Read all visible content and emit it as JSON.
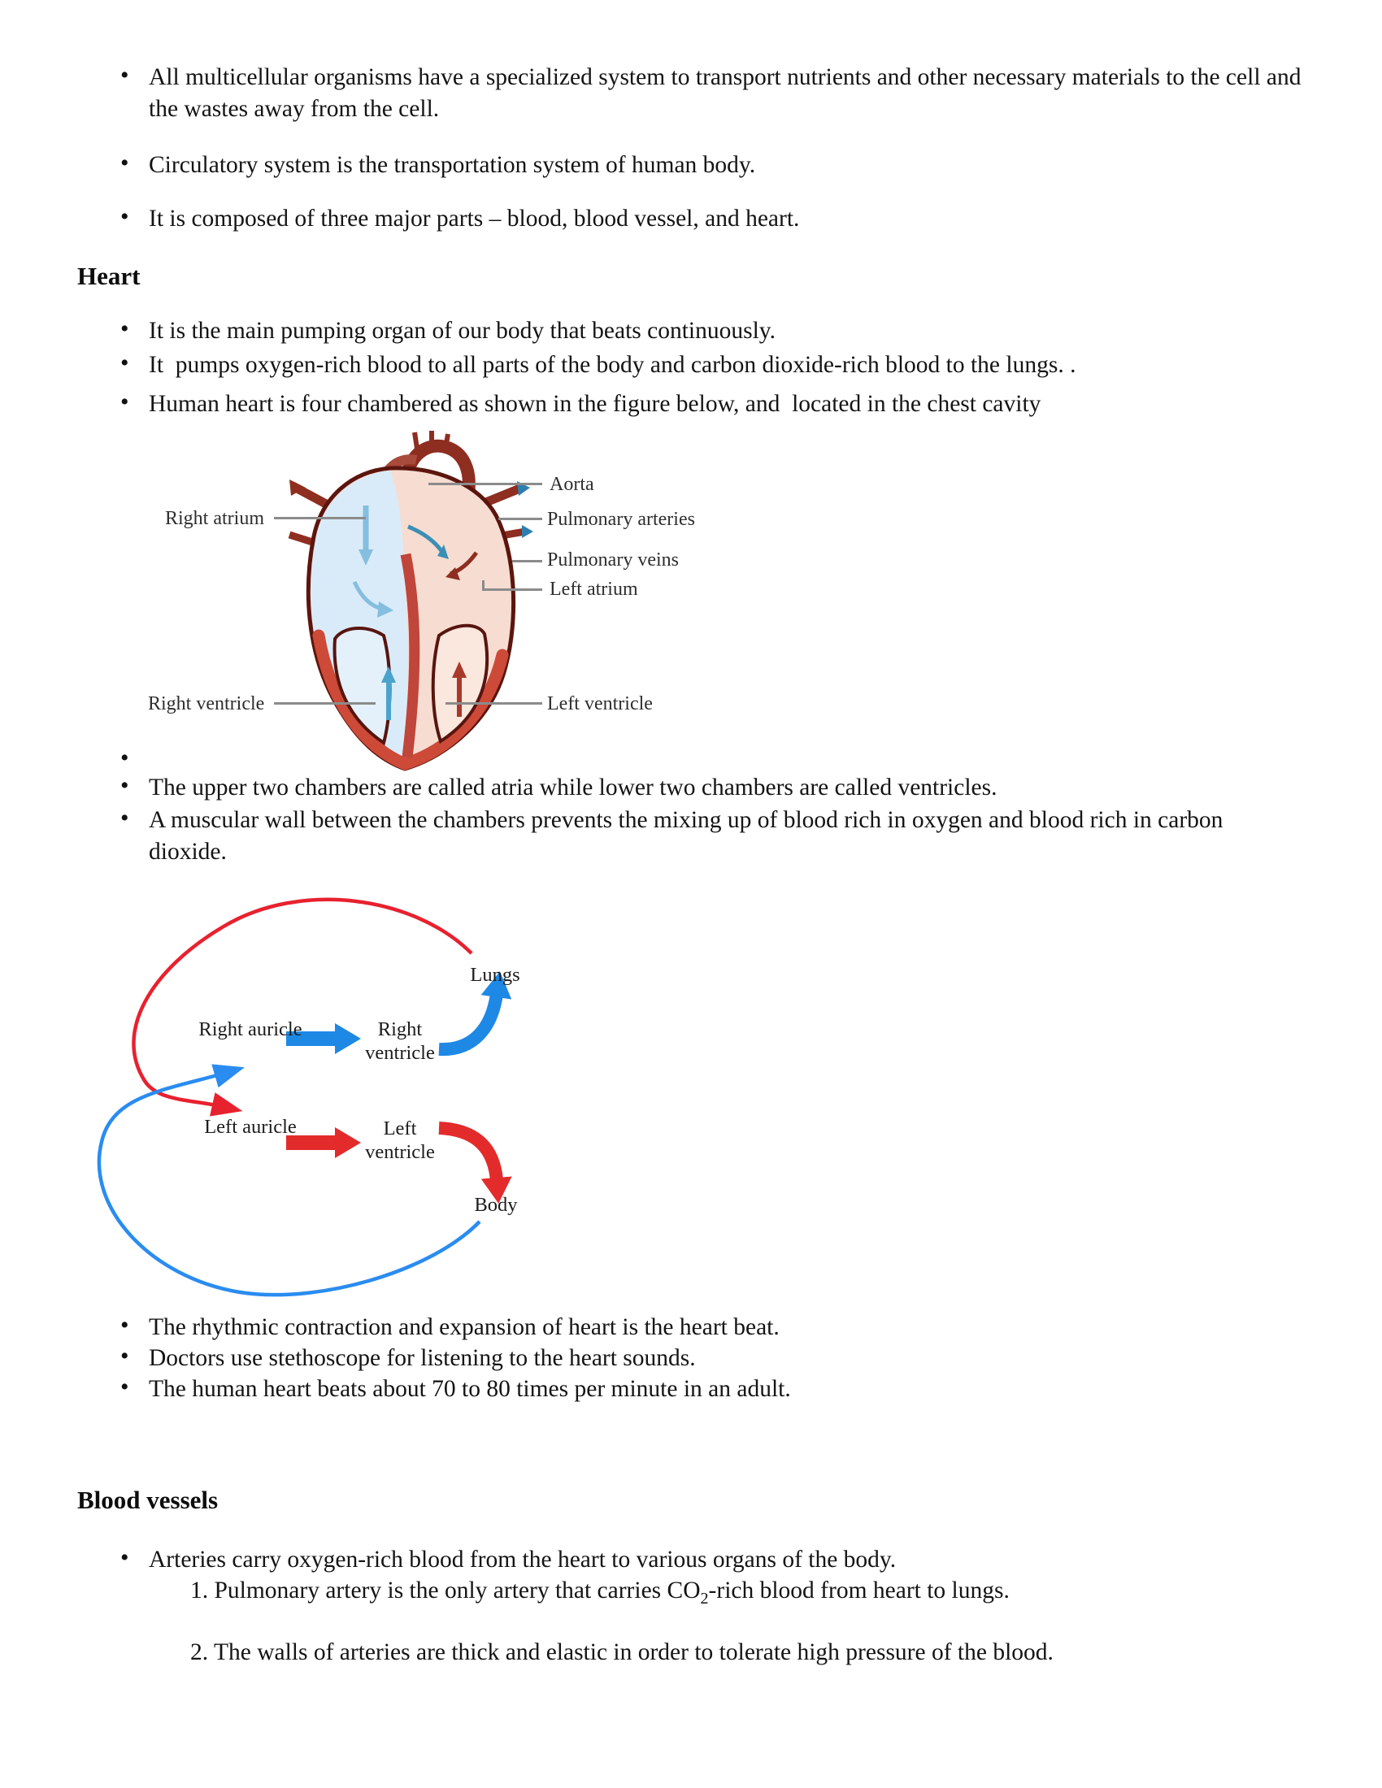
{
  "intro": {
    "bullets": [
      "All multicellular organisms have a specialized system to transport nutrients and other necessary materials to the cell and the wastes away from the cell.",
      "Circulatory system is the transportation system of human body.",
      "It is composed of three major parts – blood, blood vessel, and heart."
    ]
  },
  "heart_section": {
    "heading": "Heart",
    "bullets": [
      "It is the main pumping organ of our body that beats continuously.",
      "It  pumps oxygen-rich blood to all parts of the body and carbon dioxide-rich blood to the lungs. .",
      "Human heart is four chambered as shown in the figure below, and  located in the chest cavity"
    ],
    "empty_bullet": "",
    "post_figure_bullets": [
      "The upper two chambers are called atria while lower two chambers are called ventricles.",
      "A muscular wall between the chambers prevents the mixing up of blood rich in oxygen and blood rich in carbon  dioxide."
    ],
    "beat_bullets": [
      "The rhythmic contraction and expansion of heart is the heart beat.",
      "Doctors use stethoscope for listening to the heart sounds.",
      "The human heart beats about 70 to 80 times per minute in an adult."
    ]
  },
  "heart_figure": {
    "labels": {
      "aorta": "Aorta",
      "pulmonary_arteries": "Pulmonary arteries",
      "pulmonary_veins": "Pulmonary veins",
      "left_atrium": "Left atrium",
      "left_ventricle": "Left ventricle",
      "right_atrium": "Right atrium",
      "right_ventricle": "Right ventricle"
    }
  },
  "flow_figure": {
    "nodes": {
      "right_auricle": "Right auricle",
      "right_ventricle": "Right ventricle",
      "left_auricle": "Left auricle",
      "left_ventricle": "Left ventricle",
      "lungs": "Lungs",
      "body": "Body"
    },
    "colors": {
      "oxygenated_red": "#e8212e",
      "deoxygenated_blue": "#2a8cf0",
      "thick_arrow_blue": "#1e88e5",
      "thick_arrow_red": "#e32b2b"
    }
  },
  "vessels_section": {
    "heading": "Blood vessels",
    "bullet": "Arteries carry oxygen-rich blood from the heart to various organs of the body.",
    "numbered": [
      {
        "prefix": "1. Pulmonary artery is the only artery that carries CO",
        "sub": "2",
        "suffix": "-rich blood from heart to lungs."
      },
      {
        "prefix": "2. The walls of arteries are thick and elastic in order to tolerate high pressure of the blood.",
        "sub": "",
        "suffix": ""
      }
    ]
  }
}
